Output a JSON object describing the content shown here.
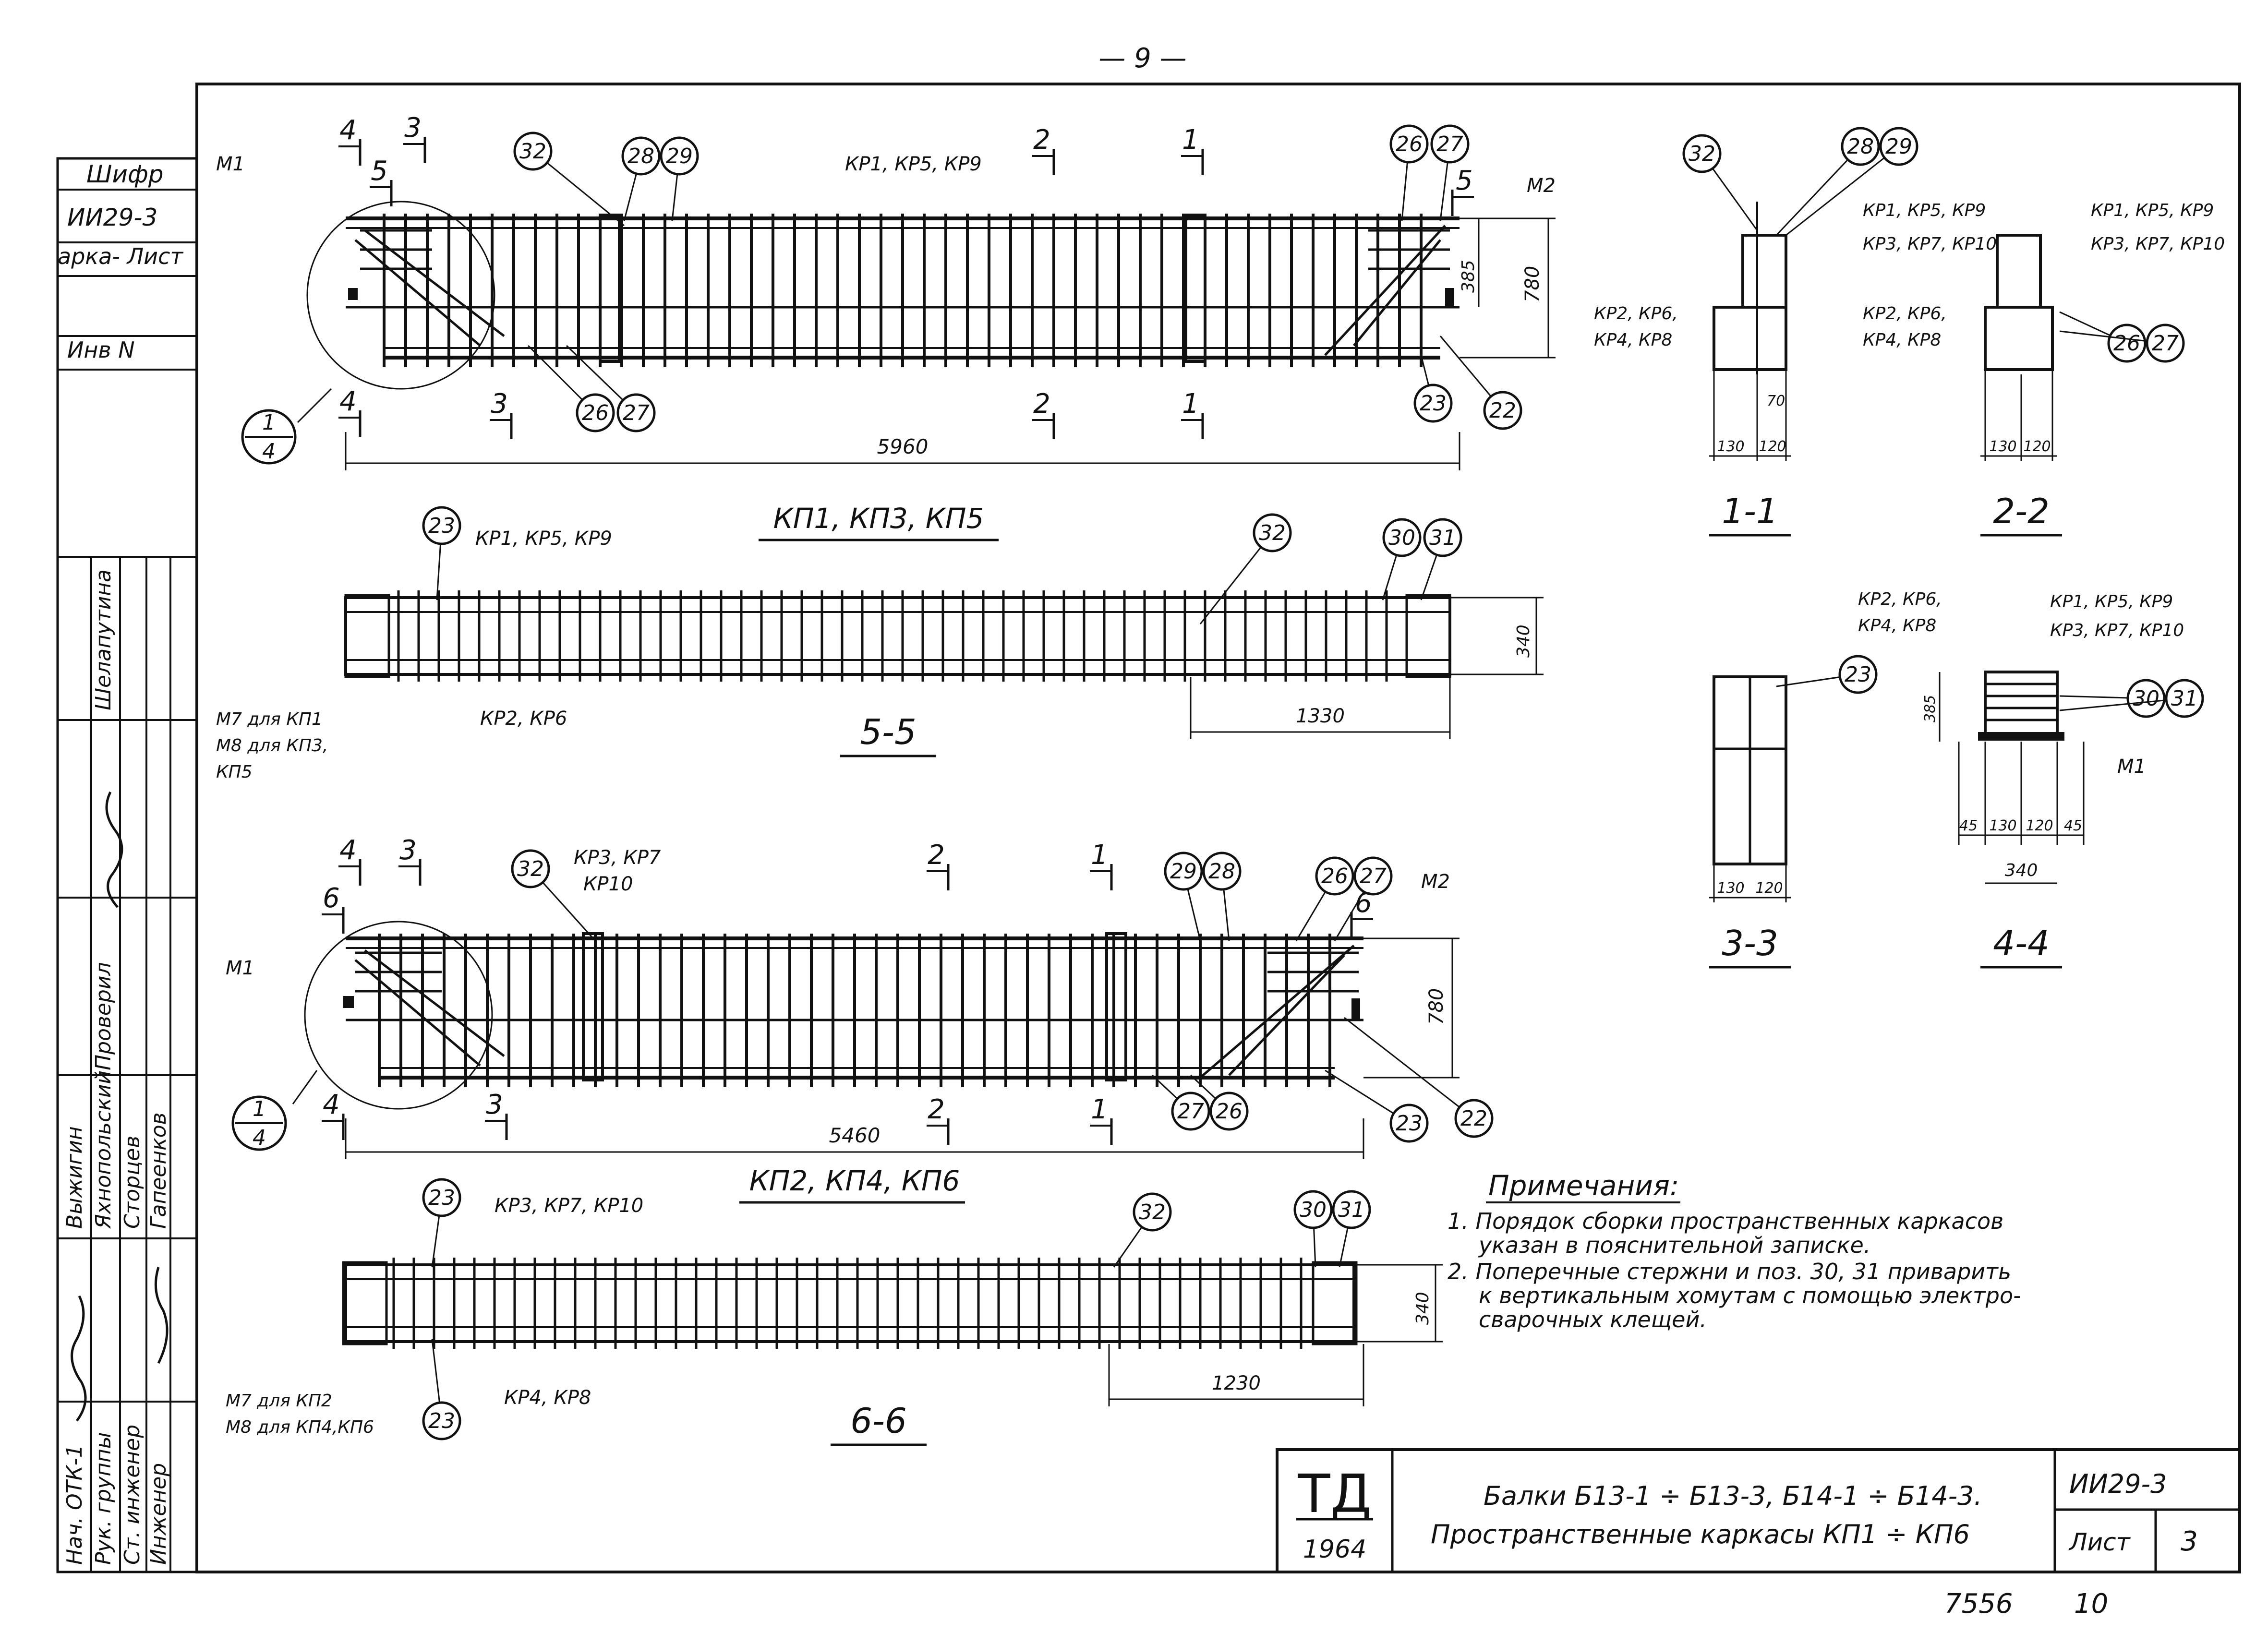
{
  "page_number": "— 9 —",
  "stamp": {
    "cipher_label": "Шифр",
    "cipher_value": "ИИ29-3",
    "mark_sheet": "арка- Лист",
    "inv_label": "Инв N",
    "signature_roles": [
      "Нач. ОТК-1",
      "Рук. группы",
      "Ст. инженер",
      "Инженер"
    ],
    "signature_names": [
      "Яхнопольский",
      "Сторцев",
      "Гапеенков"
    ],
    "signature_actions": [
      "Выжигин",
      "Проверил",
      "Шелапутина"
    ]
  },
  "title_block": {
    "logo": "ТД",
    "year": "1964",
    "line1": "Балки Б13-1 ÷ Б13-3, Б14-1 ÷ Б14-3.",
    "line2": "Пространственные каркасы КП1 ÷ КП6",
    "code": "ИИ29-3",
    "sheet_label": "Лист",
    "sheet_value": "3"
  },
  "footer_numbers": [
    "7556",
    "10"
  ],
  "views": {
    "view_kp135_title": "КП1, КП3, КП5",
    "view_kp246_title": "КП2, КП4, КП6",
    "section_5_5": "5-5",
    "section_6_6": "6-6",
    "section_1_1": "1-1",
    "section_2_2": "2-2",
    "section_3_3": "3-3",
    "section_4_4": "4-4"
  },
  "labels": {
    "kr159": "КР1, КР5, КР9",
    "kr3710": "КР3, КР7, КР10",
    "kr37_top": "КР3, КР7",
    "kr10": "КР10",
    "kr26": "КР2, КР6",
    "kr48": "КР4, КР8",
    "kr26_sec": "КР2, КР6,",
    "kr48_sec": "КР4, КР8",
    "m1": "М1",
    "m2": "М2",
    "m7_kp1": "М7 для КП1",
    "m8_kp3": "М8 для КП3,",
    "kp5": "КП5",
    "m7_kp2": "М7 для КП2",
    "m8_kp4": "М8 для КП4,КП6",
    "detail_top": "1",
    "detail_bottom": "4"
  },
  "dimensions": {
    "len1": "5960",
    "len2": "5460",
    "h780": "780",
    "h385": "385",
    "h340": "340",
    "d1330": "1330",
    "d1230": "1230",
    "d130": "130",
    "d120": "120",
    "d70": "70",
    "d45": "45",
    "d340": "340"
  },
  "positions": [
    "22",
    "23",
    "26",
    "27",
    "28",
    "29",
    "30",
    "31",
    "32"
  ],
  "cut_numbers": [
    "1",
    "2",
    "3",
    "4",
    "5",
    "6"
  ],
  "notes": {
    "title": "Примечания:",
    "items": [
      "1. Порядок сборки пространственных каркасов",
      "указан в пояснительной записке.",
      "2. Поперечные стержни и поз. 30, 31 приварить",
      "к вертикальным хомутам с помощью электро-",
      "сварочных клещей."
    ]
  }
}
